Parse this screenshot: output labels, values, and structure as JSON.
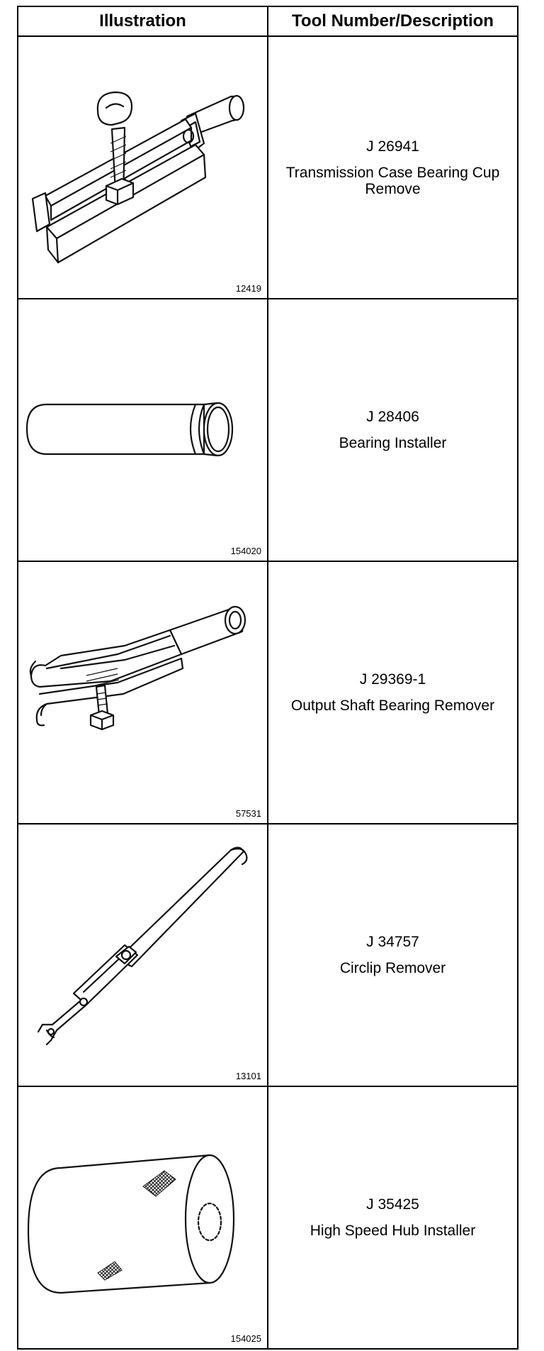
{
  "table": {
    "header_illustration": "Illustration",
    "header_description": "Tool Number/Description"
  },
  "tools": [
    {
      "number": "J 26941",
      "description": "Transmission Case Bearing Cup Remove",
      "figure": "12419",
      "illustration_icon": "bearing-cup-remover-icon"
    },
    {
      "number": "J 28406",
      "description": "Bearing Installer",
      "figure": "154020",
      "illustration_icon": "bearing-installer-icon"
    },
    {
      "number": "J 29369-1",
      "description": "Output Shaft Bearing Remover",
      "figure": "57531",
      "illustration_icon": "output-shaft-bearing-remover-icon"
    },
    {
      "number": "J 34757",
      "description": "Circlip Remover",
      "figure": "13101",
      "illustration_icon": "circlip-remover-icon"
    },
    {
      "number": "J 35425",
      "description": "High Speed Hub Installer",
      "figure": "154025",
      "illustration_icon": "hub-installer-icon"
    }
  ]
}
